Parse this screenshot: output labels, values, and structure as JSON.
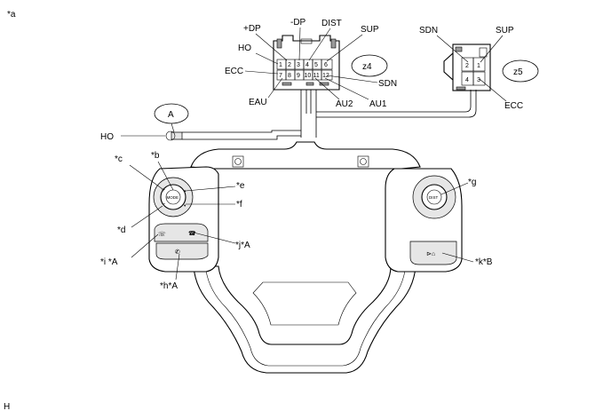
{
  "figure_label": "*a",
  "footer_code": "H",
  "connector_z4": {
    "name": "z4",
    "pins_top": [
      "1",
      "2",
      "3",
      "4",
      "5",
      "6"
    ],
    "pins_bottom": [
      "7",
      "8",
      "9",
      "10",
      "11",
      "12"
    ],
    "terminals": [
      "+DP",
      "-DP",
      "DIST",
      "SUP",
      "HO",
      "ECC",
      "SDN",
      "EAU",
      "AU2",
      "AU1"
    ]
  },
  "connector_z5": {
    "name": "z5",
    "pins": [
      "2",
      "1",
      "4",
      "3"
    ],
    "terminals": [
      "SDN",
      "SUP",
      "ECC"
    ]
  },
  "callouts": {
    "A": "A",
    "HO": "HO",
    "b": "*b",
    "c": "*c",
    "d": "*d",
    "e": "*e",
    "f": "*f",
    "g": "*g",
    "i": "*i *A",
    "j": "*j*A",
    "h": "*h*A",
    "k": "*k*B"
  },
  "switch_labels": {
    "mode": "MODE",
    "dist": "DIST"
  }
}
